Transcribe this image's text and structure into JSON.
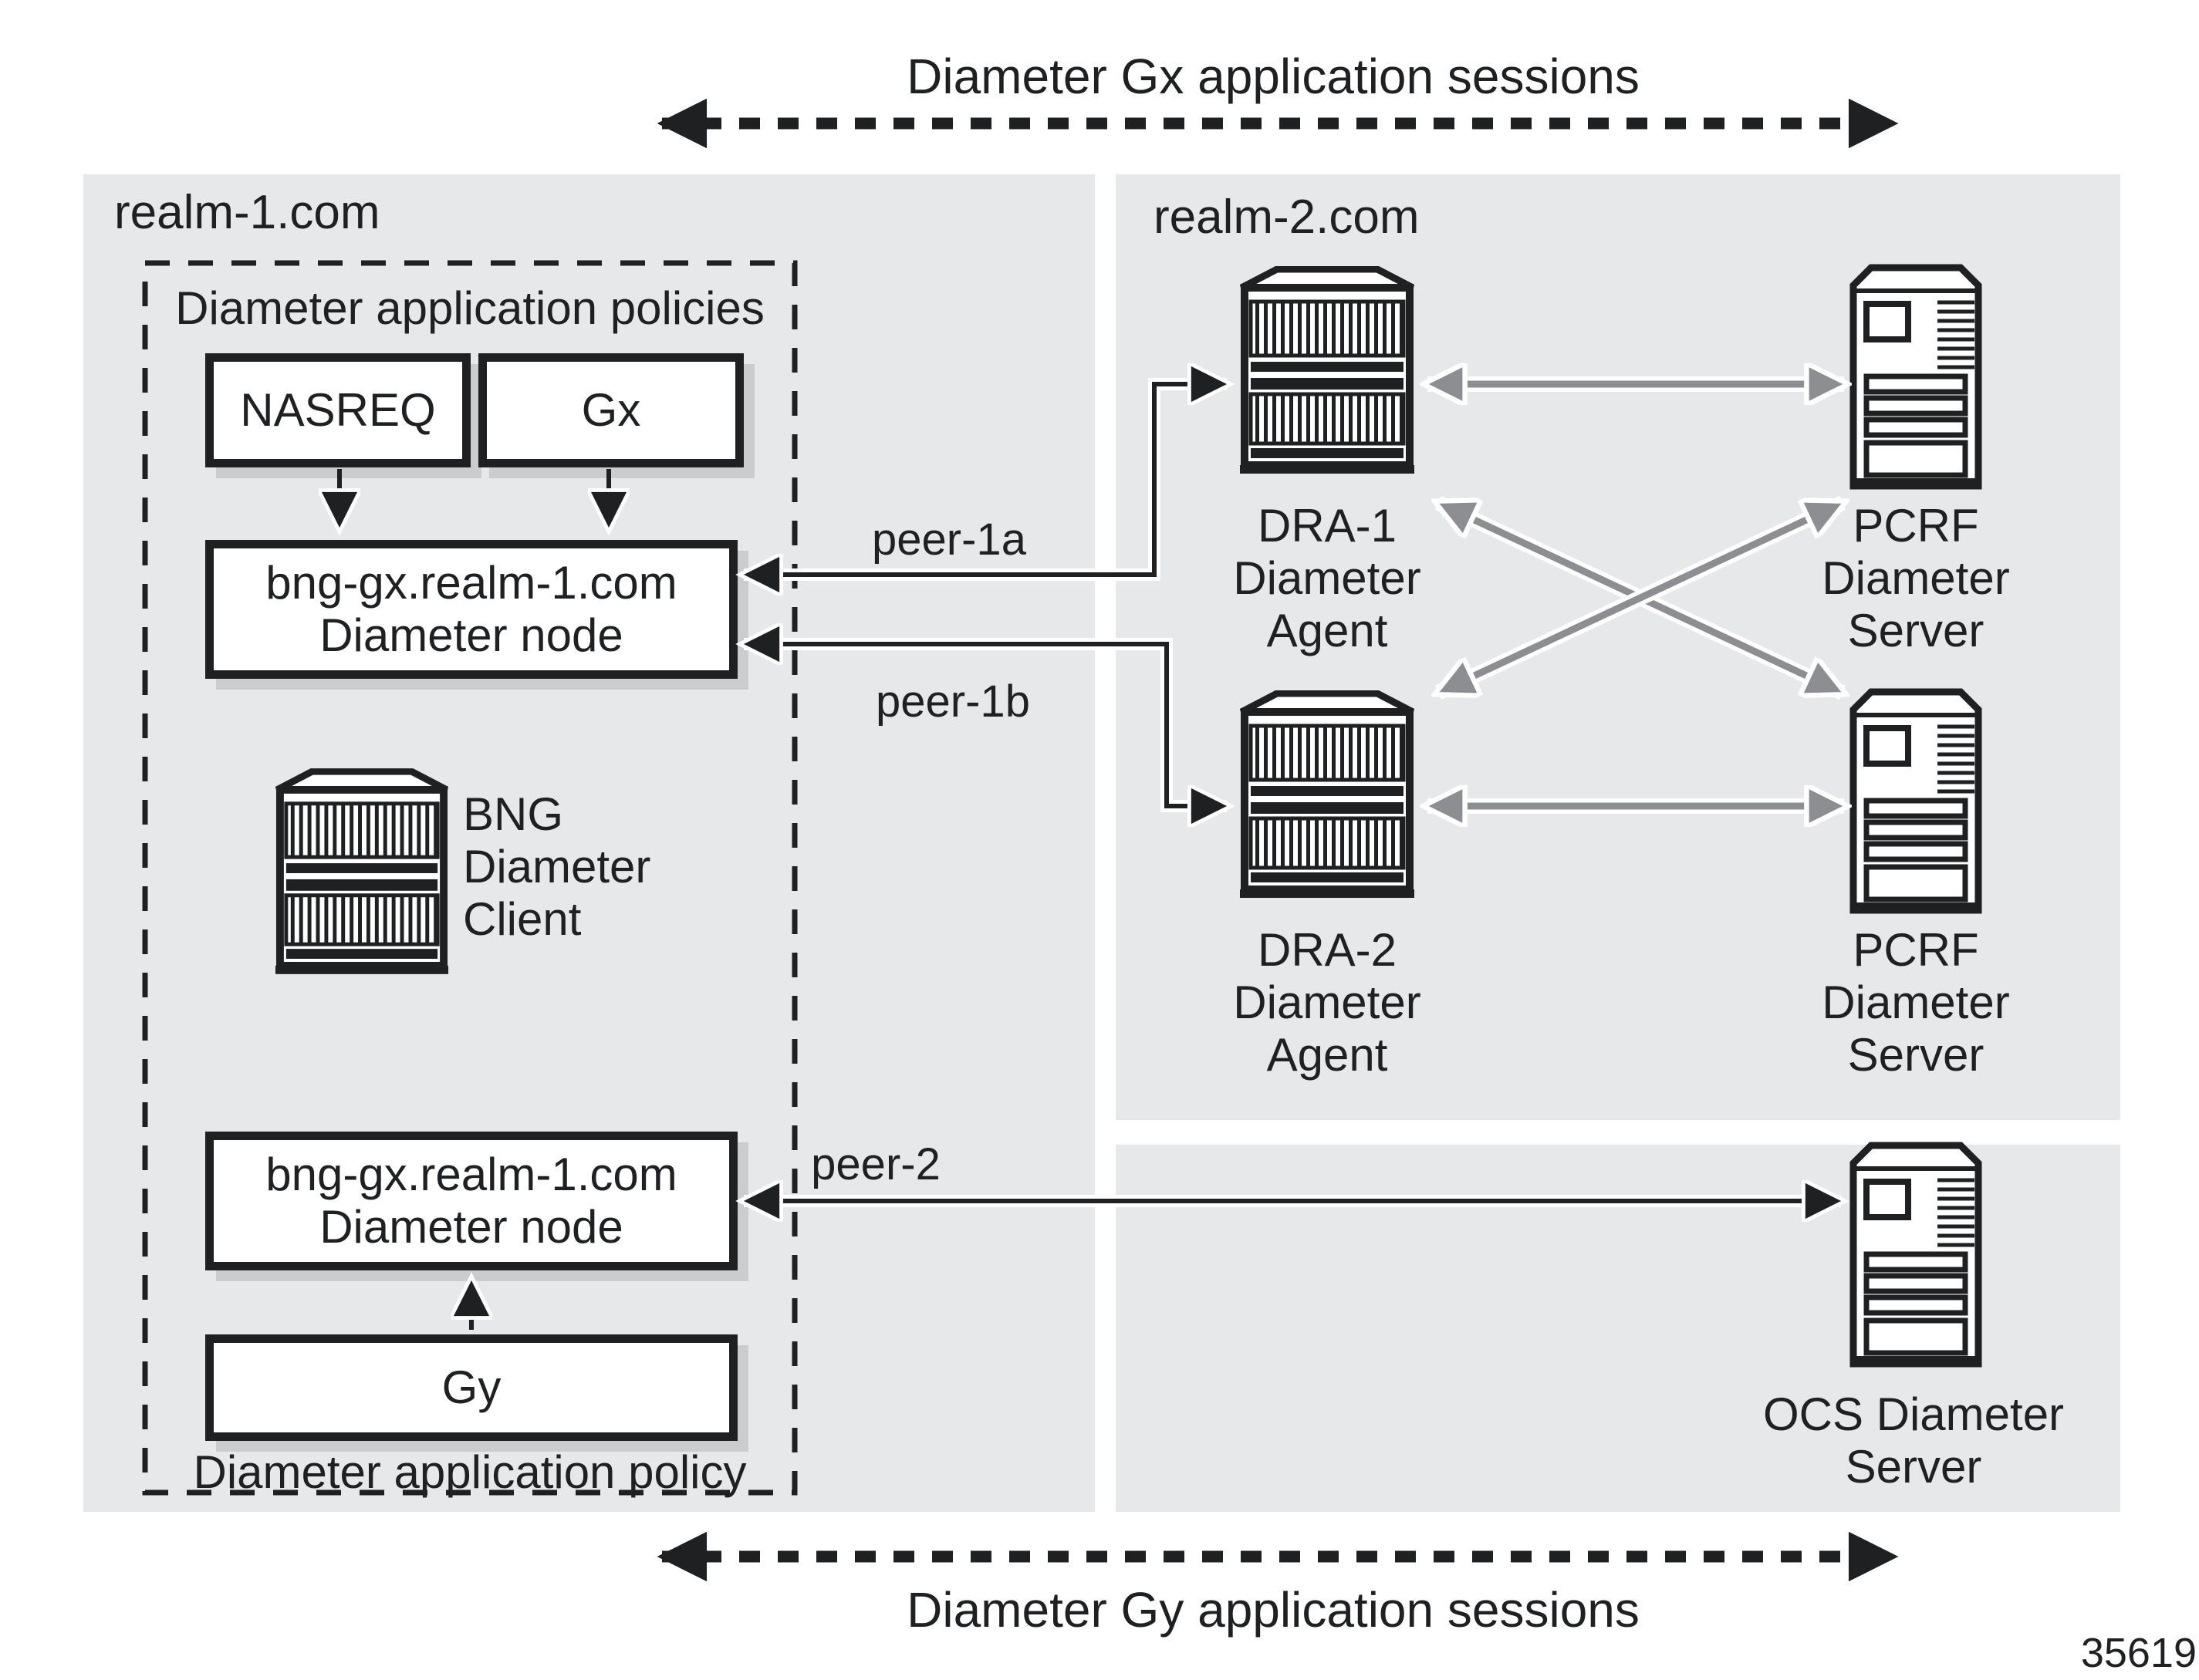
{
  "titles": {
    "top": "Diameter Gx application sessions",
    "bottom": "Diameter Gy application sessions"
  },
  "figure_number": "35619",
  "realm1": {
    "label": "realm-1.com",
    "policies_box_title": "Diameter application policies",
    "policy_box_caption": "Diameter application policy",
    "nasreq_label": "NASREQ",
    "gx_label": "Gx",
    "gy_label": "Gy",
    "node1": {
      "line1": "bng-gx.realm-1.com",
      "line2": "Diameter node"
    },
    "node2": {
      "line1": "bng-gx.realm-1.com",
      "line2": "Diameter node"
    },
    "bng_client": {
      "line1": "BNG",
      "line2": "Diameter",
      "line3": "Client"
    }
  },
  "realm2": {
    "label": "realm-2.com",
    "dra1": {
      "line1": "DRA-1",
      "line2": "Diameter",
      "line3": "Agent"
    },
    "dra2": {
      "line1": "DRA-2",
      "line2": "Diameter",
      "line3": "Agent"
    },
    "pcrf1": {
      "line1": "PCRF",
      "line2": "Diameter",
      "line3": "Server"
    },
    "pcrf2": {
      "line1": "PCRF",
      "line2": "Diameter",
      "line3": "Server"
    }
  },
  "ocs": {
    "line1": "OCS Diameter",
    "line2": "Server"
  },
  "peers": {
    "peer1a": "peer-1a",
    "peer1b": "peer-1b",
    "peer2": "peer-2"
  },
  "colors": {
    "panel_gray": "#e7e8ea",
    "line_black": "#1f2022",
    "arrow_gray": "#8d8e91",
    "shadow_gray": "#cbccce",
    "background": "#ffffff"
  }
}
